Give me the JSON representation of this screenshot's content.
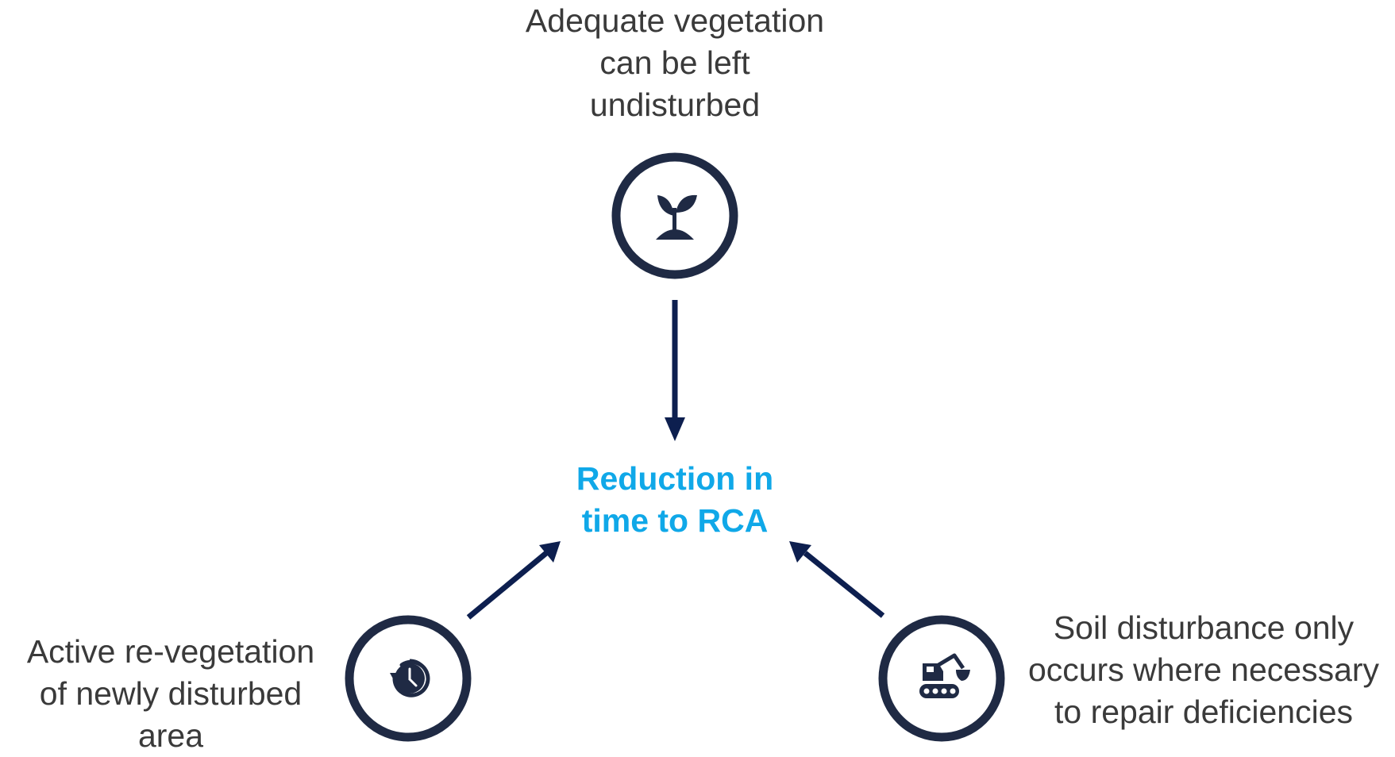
{
  "colors": {
    "node_stroke": "#1f2a44",
    "arrow": "#0d1f4f",
    "icon": "#1f2a44",
    "center_text": "#10a8e8",
    "label_text": "#3a3a3a"
  },
  "center": {
    "lines": [
      "Reduction in",
      "time to RCA"
    ]
  },
  "nodes": {
    "top": {
      "icon": "sprout-icon",
      "lines": [
        "Adequate vegetation",
        "can be left",
        "undisturbed"
      ]
    },
    "left": {
      "icon": "clock-history-icon",
      "lines": [
        "Active re-vegetation",
        "of newly disturbed",
        "area"
      ]
    },
    "right": {
      "icon": "excavator-icon",
      "lines": [
        "Soil disturbance only",
        "occurs where necessary",
        "to repair deficiencies"
      ]
    }
  }
}
